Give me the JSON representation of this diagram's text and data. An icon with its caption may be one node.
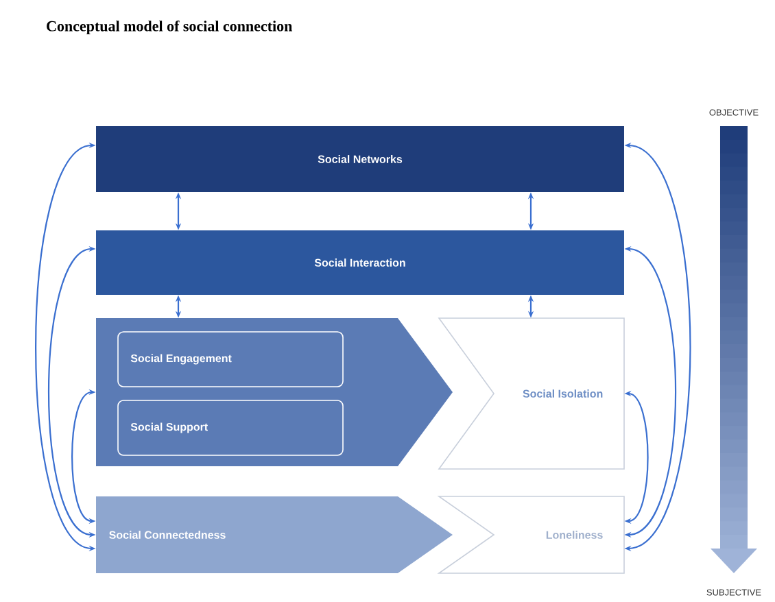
{
  "diagram": {
    "title": "Conceptual model of social connection",
    "nodes": [
      {
        "text": [
          "Social Networks"
        ]
      },
      {
        "text": [
          "Social Interaction"
        ]
      },
      {
        "text": [],
        "shape": "chevron"
      },
      {
        "text": [
          "Social Engagement"
        ],
        "in": 2
      },
      {
        "text": [
          "Social Support"
        ],
        "in": 2
      },
      {
        "text": [
          "Social Isolation"
        ]
      },
      {
        "text": [
          "Social Connectedness"
        ]
      },
      {
        "text": [
          "Loneliness"
        ]
      }
    ],
    "edges": [
      {
        "from": 0,
        "to": 1,
        "arrow": "both"
      },
      {
        "from": 0,
        "to": 1,
        "arrow": "both"
      },
      {
        "from": 1,
        "to": 2,
        "arrow": "both"
      },
      {
        "from": 1,
        "to": 5,
        "arrow": "both"
      },
      {
        "from": 6,
        "to": 0,
        "arrow": "both"
      },
      {
        "from": 6,
        "to": 1,
        "arrow": "both"
      },
      {
        "from": 6,
        "to": 2,
        "arrow": "both"
      },
      {
        "from": 7,
        "to": 0,
        "arrow": "both"
      },
      {
        "from": 7,
        "to": 1,
        "arrow": "both"
      },
      {
        "from": 7,
        "to": 5,
        "arrow": "both"
      }
    ],
    "labels": [
      "OBJECTIVE",
      "SUBJECTIVE"
    ]
  }
}
